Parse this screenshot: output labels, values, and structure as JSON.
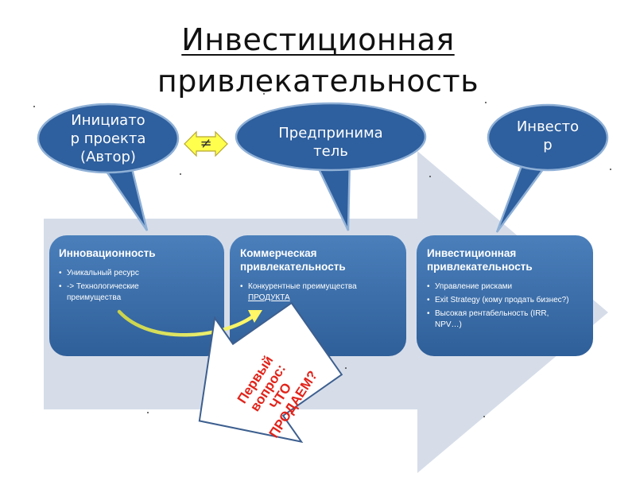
{
  "title": {
    "line1": "Инвестиционная",
    "line2": "привлекательность"
  },
  "bubbles": [
    {
      "lines": [
        "Инициато",
        "р проекта",
        "(Автор)"
      ]
    },
    {
      "lines": [
        "Предпринима",
        "тель"
      ]
    },
    {
      "lines": [
        "Инвесто",
        "р"
      ]
    }
  ],
  "neq_symbol": "≠",
  "boxes": [
    {
      "heading": "Инновационность",
      "items": [
        "Уникальный ресурс",
        "-> Технологические преимущества"
      ]
    },
    {
      "heading": "Коммерческая привлекательность",
      "item_prefix": "Конкурентные преимущества",
      "item_underlined": "ПРОДУКТА"
    },
    {
      "heading": "Инвестиционная привлекательность",
      "items": [
        "Управление рисками",
        "Exit Strategy (кому продать бизнес?)",
        "Высокая рентабельность (IRR, NPV…)"
      ]
    }
  ],
  "callout": {
    "line1": "Первый",
    "line2": "вопрос:",
    "line3": "ЧТО",
    "line4": "ПРОДАЕМ?"
  },
  "colors": {
    "bubble_fill": "#2e5f9e",
    "bubble_stroke": "#8fb0d6",
    "box_fill": "#3b6ea8",
    "big_arrow": "#d6dde9",
    "neq_arrow": "#ffff4d",
    "callout_text": "#e2231a"
  }
}
